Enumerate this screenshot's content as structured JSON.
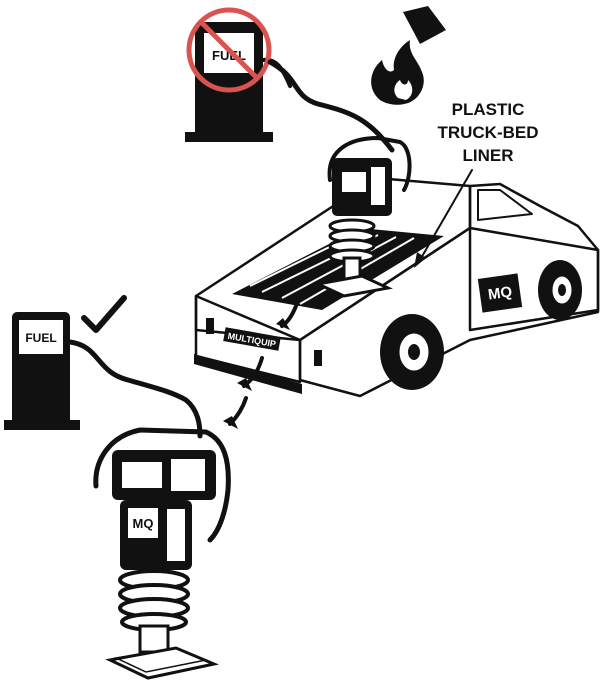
{
  "diagram": {
    "callout": {
      "line1": "PLASTIC",
      "line2": "TRUCK-BED",
      "line3": "LINER"
    },
    "pump_top_label": "FUEL",
    "pump_bottom_label": "FUEL",
    "truck_logo_text": "MQ",
    "tailgate_text": "MULTIQUIP",
    "tamper_brand_text": "MQ",
    "colors": {
      "ink": "#111111",
      "prohibit_red": "#d9534f",
      "background": "#ffffff"
    },
    "icons": [
      "fuel-pump-icon",
      "prohibited-icon",
      "fire-icon",
      "checkmark-icon"
    ]
  }
}
